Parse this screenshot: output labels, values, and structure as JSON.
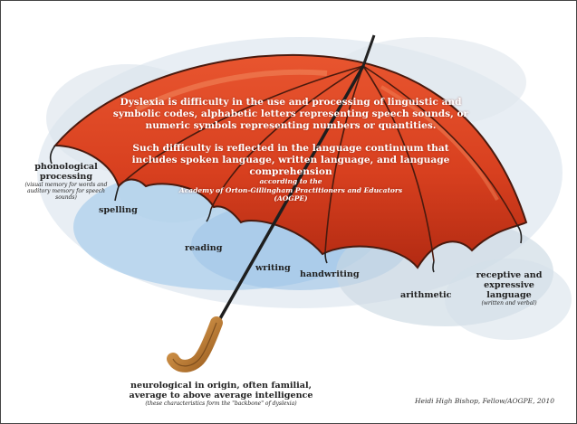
{
  "definition": {
    "line1": "Dyslexia is difficulty in the use and processing of linguistic and symbolic codes, alphabetic letters representing speech sounds, or numeric symbols representing numbers or quantities.",
    "line2": "Such difficulty is reflected in the language continuum that includes spoken language, written language, and language comprehension"
  },
  "source": {
    "line1": "according to the",
    "line2": "Academy of Orton-Gillingham Practitioners and Educators",
    "line3": "(AOGPE)"
  },
  "labels": {
    "phonological": {
      "title": "phonological processing",
      "note": "(visual memory for words and auditory memory for speech sounds)"
    },
    "spelling": "spelling",
    "reading": "reading",
    "writing": "writing",
    "handwriting": "handwriting",
    "arithmetic": "arithmetic",
    "receptive": {
      "title": "receptive and expressive language",
      "note": "(written and verbal)"
    },
    "neurological": {
      "title": "neurological in origin, often familial, average to above average intelligence",
      "note": "(these characteristics form the \"backbone\" of dyslexia)"
    }
  },
  "credit": "Heidi High Bishop, Fellow/AOGPE, 2010",
  "colors": {
    "canopy": "#e2452a",
    "canopy_dark": "#b82a14",
    "water": "#7fb0df",
    "handle": "#c98a3a",
    "ink": "#222222"
  }
}
